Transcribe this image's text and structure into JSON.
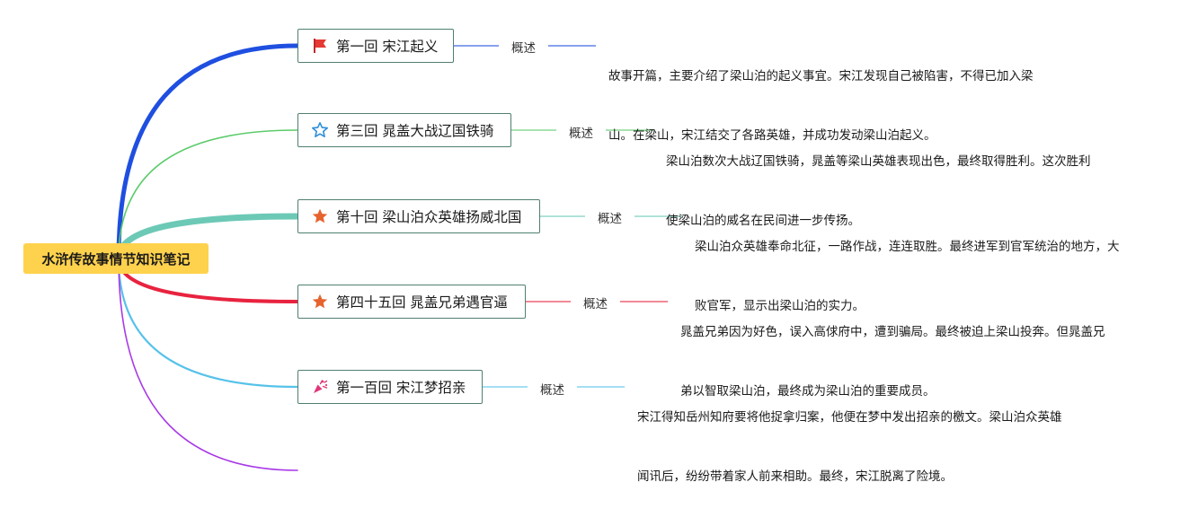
{
  "root": {
    "title": "水浒传故事情节知识笔记"
  },
  "branches": [
    {
      "title": "第一回 宋江起义",
      "icon": "red-flag-icon",
      "color": "#1f4fe0",
      "label": "概述",
      "desc_lines": [
        "故事开篇，主要介绍了梁山泊的起义事宜。宋江发现自己被陷害，不得已加入梁",
        "山。在梁山，宋江结交了各路英雄，并成功发动梁山泊起义。"
      ]
    },
    {
      "title": "第三回 晁盖大战辽国铁骑",
      "icon": "blue-star-outline-icon",
      "color": "#5ccb6a",
      "label": "概述",
      "desc_lines": [
        "梁山泊数次大战辽国铁骑，晁盖等梁山英雄表现出色，最终取得胜利。这次胜利",
        "使梁山泊的威名在民间进一步传扬。"
      ]
    },
    {
      "title": "第十回 梁山泊众英雄扬威北国",
      "icon": "orange-star-icon",
      "color": "#6cc9b6",
      "label": "概述",
      "desc_lines": [
        "梁山泊众英雄奉命北征，一路作战，连连取胜。最终进军到官军统治的地方，大",
        "败官军，显示出梁山泊的实力。"
      ]
    },
    {
      "title": "第四十五回 晁盖兄弟遇官逼",
      "icon": "orange-star-icon",
      "color": "#e8233f",
      "label": "概述",
      "desc_lines": [
        "晁盖兄弟因为好色，误入高俅府中，遭到骗局。最终被迫上梁山投奔。但晁盖兄",
        "弟以智取梁山泊，最终成为梁山泊的重要成员。"
      ]
    },
    {
      "title": "第一百回 宋江梦招亲",
      "icon": "party-popper-icon",
      "color": "#56c2ea",
      "label": "概述",
      "desc_lines": [
        "宋江得知岳州知府要将他捉拿归案，他便在梦中发出招亲的檄文。梁山泊众英雄",
        "闻讯后，纷纷带着家人前来相助。最终，宋江脱离了险境。"
      ]
    }
  ],
  "extra_branch_color": "#a93ae6"
}
